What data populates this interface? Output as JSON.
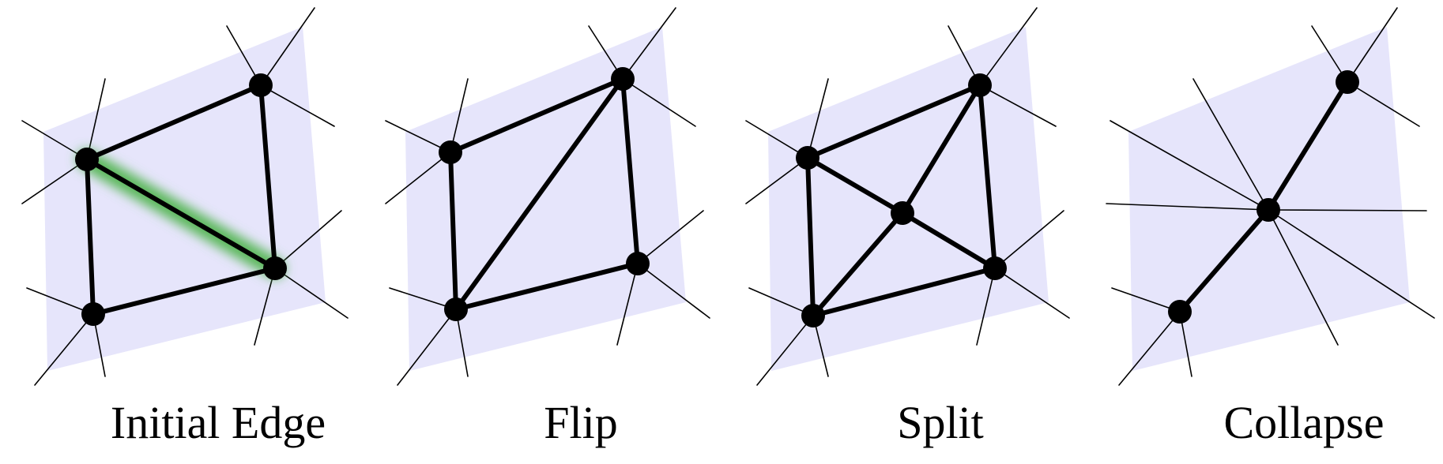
{
  "colors": {
    "surface": "#e6e5fb",
    "highlight": "#5cb85c",
    "ink": "#000000",
    "background": "#ffffff"
  },
  "panels": [
    {
      "id": "initial-edge",
      "label": "Initial Edge",
      "highlighted_edge": "left-vertex to right-bottom-vertex"
    },
    {
      "id": "flip",
      "label": "Flip"
    },
    {
      "id": "split",
      "label": "Split"
    },
    {
      "id": "collapse",
      "label": "Collapse"
    }
  ]
}
